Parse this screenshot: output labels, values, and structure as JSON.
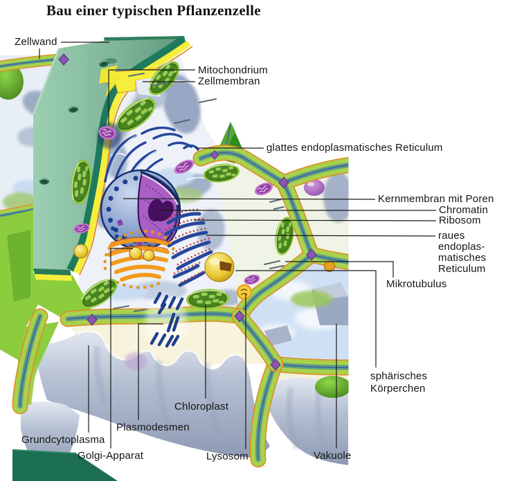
{
  "title": "Bau einer typischen Pflanzenzelle",
  "labels": {
    "zellwand": "Zellwand",
    "mitochondrium": "Mitochondrium",
    "zellmembran": "Zellmembran",
    "glattes_er": "glattes endoplasmatisches Reticulum",
    "kernmembran": "Kernmembran mit Poren",
    "chromatin": "Chromatin",
    "ribosom": "Ribosom",
    "raues_er": "raues\nendoplas-\nmatisches\nReticulum",
    "mikrotubulus": "Mikrotubulus",
    "sphaerisches_koerperchen": "sphärisches\nKörperchen",
    "vakuole": "Vakuole",
    "chloroplast": "Chloroplast",
    "plasmodesmen": "Plasmodesmen",
    "golgi_apparat": "Golgi-Apparat",
    "grundcytoplasma": "Grundcytoplasma",
    "lysosom": "Lysosom"
  },
  "colors": {
    "background": "#ffffff",
    "cell_wall_green": "#a8d14d",
    "wall_edge_orange": "#e4861f",
    "wall_inner_teal": "#5f9e82",
    "wall_center_blue": "#3b5ea8",
    "slab_green": "#84b99d",
    "slab_edge_teal": "#1e7a5c",
    "membrane_yellow": "#f6ee3c",
    "cytoplasm_gray_blue": "#c3cde0",
    "nucleus_blue": "#6d89c2",
    "nucleolus_purple": "#a95fc4",
    "chromatin_dark_purple": "#451060",
    "golgi_orange": "#f29b1e",
    "chloroplast_green": "#47831f",
    "mitochondrion_purple": "#8f3f9e",
    "vacuole_blue": "#cfe0f4",
    "spherical_body_yellow": "#e8c030",
    "junction_purple": "#8a56b0",
    "label_text": "#141414"
  }
}
